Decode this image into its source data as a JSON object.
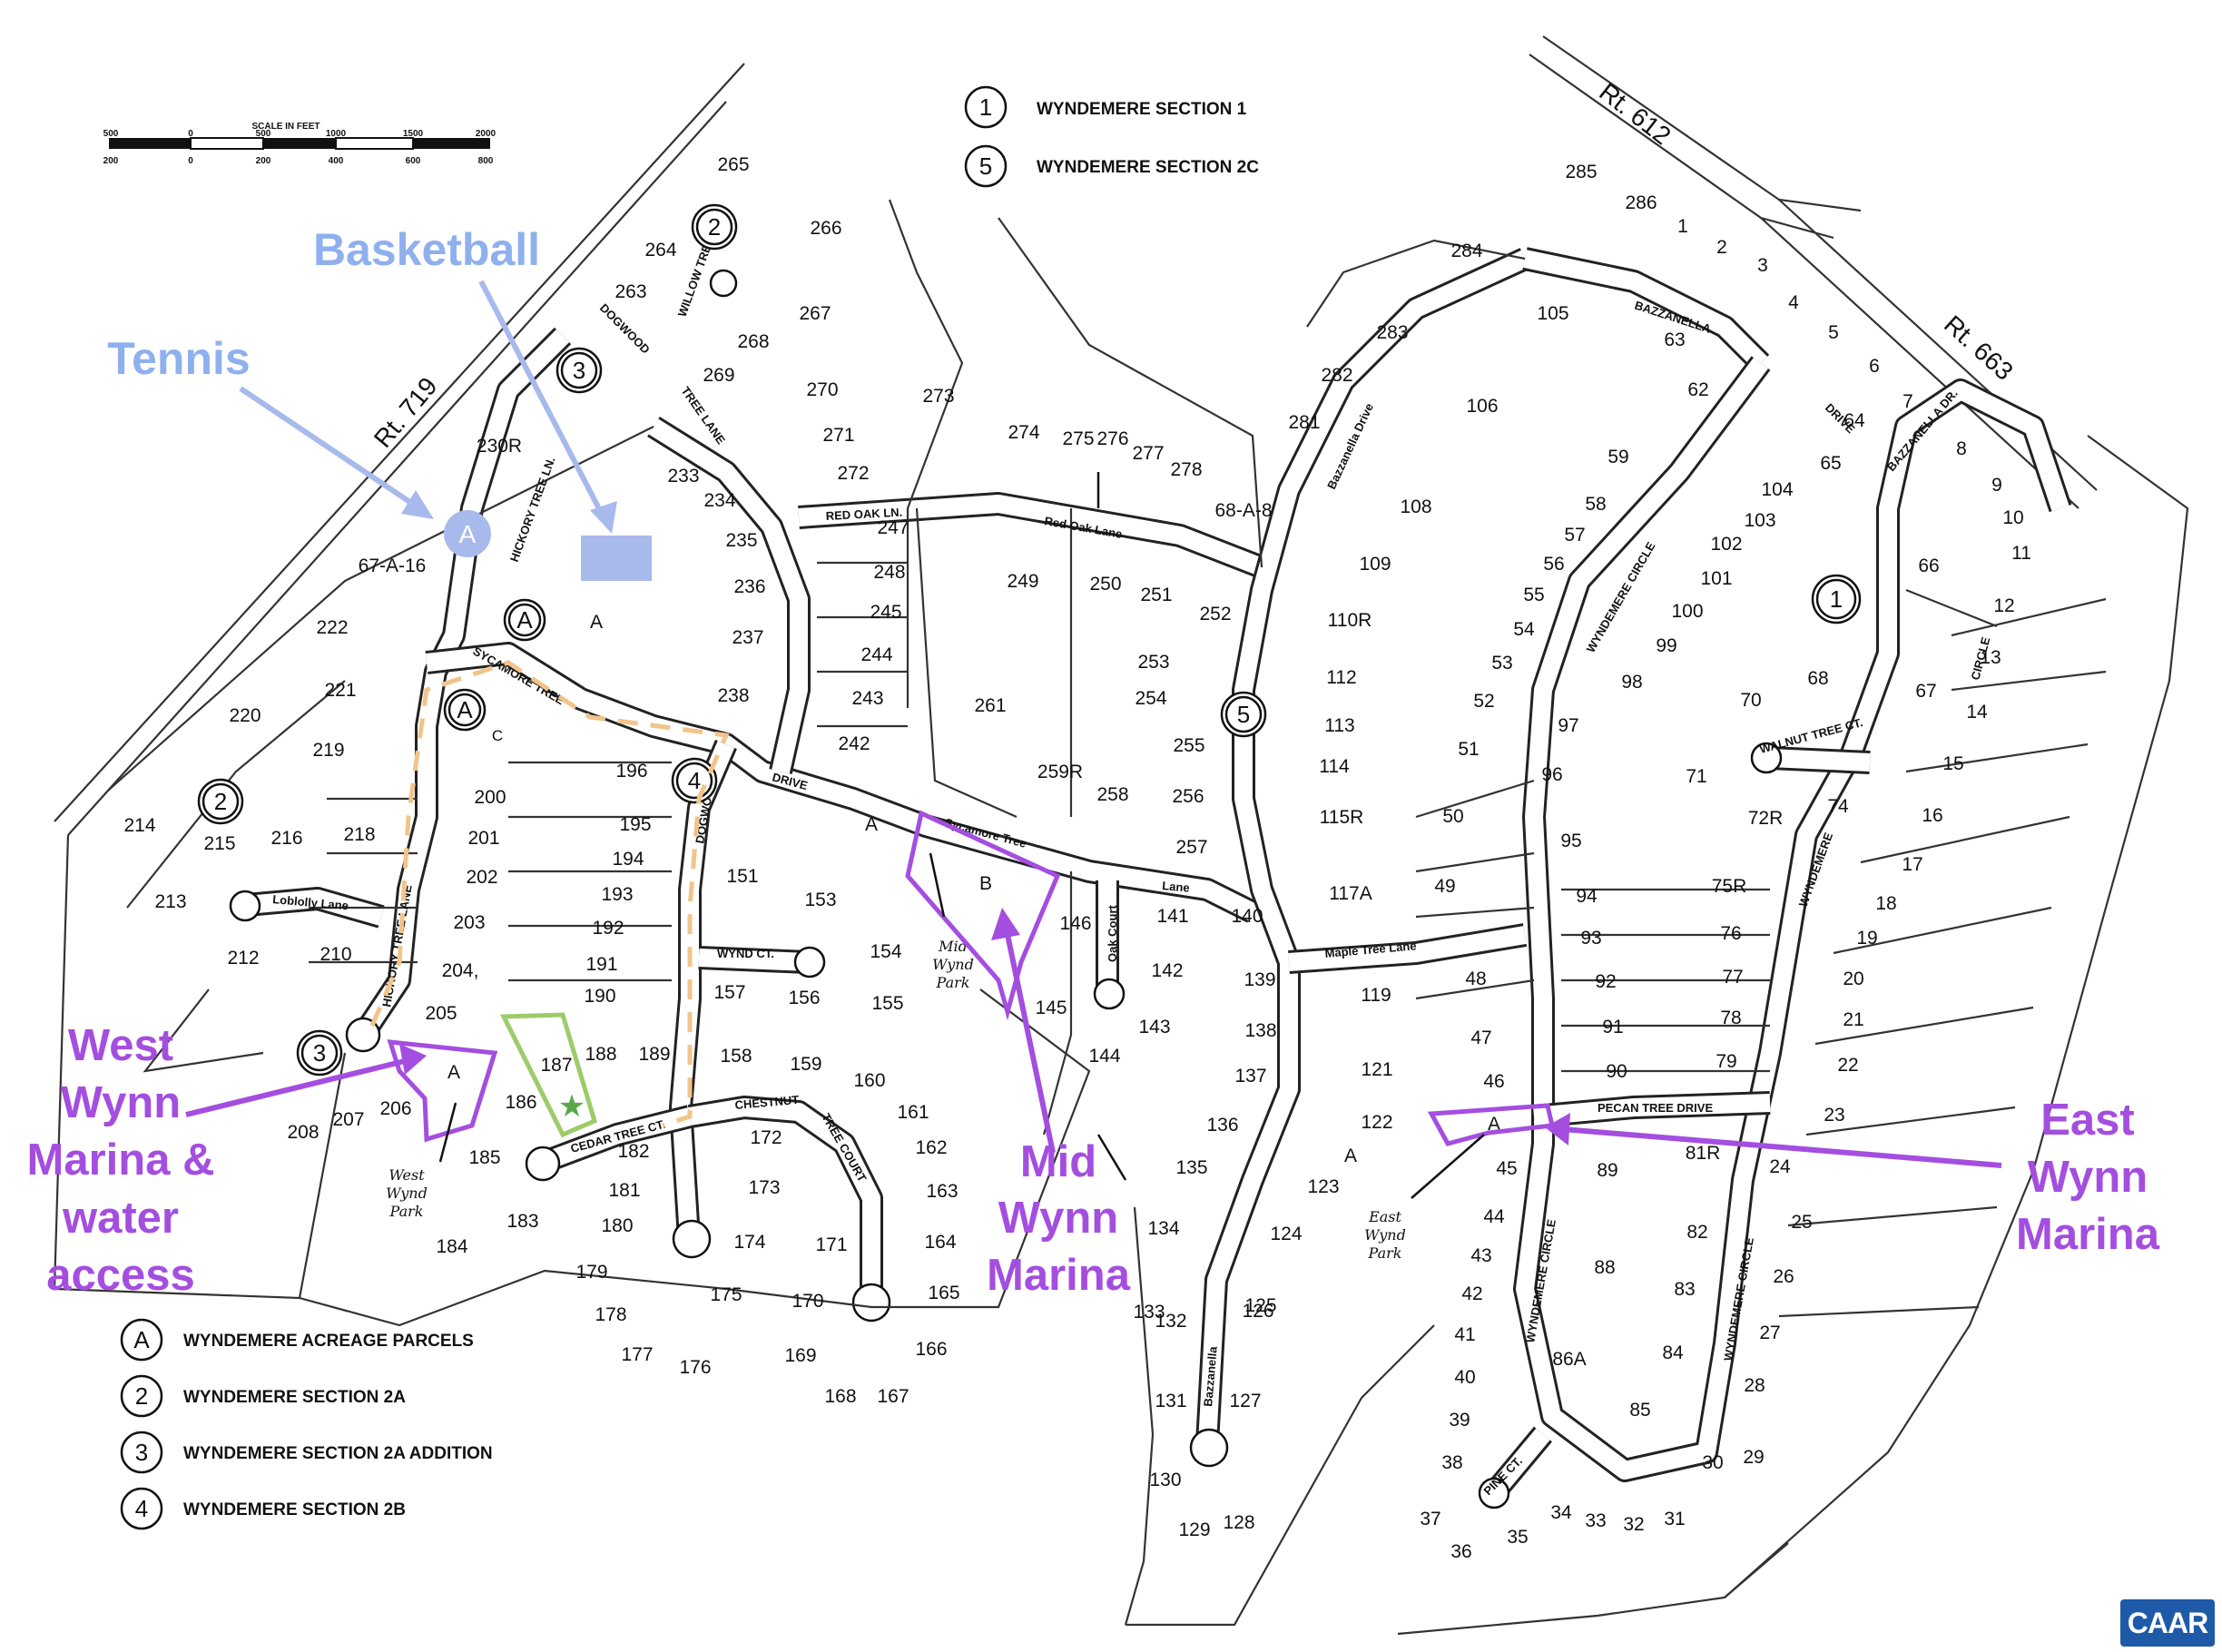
{
  "legend_top": [
    {
      "symbol": "1",
      "label": "WYNDEMERE SECTION 1"
    },
    {
      "symbol": "5",
      "label": "WYNDEMERE SECTION 2C"
    }
  ],
  "legend_bottom": [
    {
      "symbol": "A",
      "label": "WYNDEMERE ACREAGE PARCELS"
    },
    {
      "symbol": "2",
      "label": "WYNDEMERE SECTION 2A"
    },
    {
      "symbol": "3",
      "label": "WYNDEMERE SECTION 2A ADDITION"
    },
    {
      "symbol": "4",
      "label": "WYNDEMERE SECTION 2B"
    }
  ],
  "scale": {
    "title": "SCALE IN FEET",
    "top_ticks": [
      "500",
      "0",
      "500",
      "1000",
      "1500",
      "2000"
    ],
    "bottom_ticks": [
      "200",
      "0",
      "200",
      "400",
      "600",
      "800"
    ]
  },
  "routes": {
    "rt719": "Rt. 719",
    "rt612": "Rt. 612",
    "rt663": "Rt. 663"
  },
  "streets": {
    "hickory": "HICKORY TREE LANE",
    "hickory2": "HICKORY TREE LN.",
    "sycamore_tree": "SYCAMORE TREE",
    "sycamore_drive": "DRIVE",
    "sycamore_tree2": "Sycamore Tree",
    "sycamore_lane": "Lane",
    "dogwood": "DOGWOOD",
    "dogwood2": "DOGWOOD",
    "willow": "WILLOW TREE CT.",
    "tree_lane": "TREE LANE",
    "red_oak": "RED OAK LN.",
    "red_oak2": "Red Oak Lane",
    "loblolly": "Loblolly Lane",
    "wynd": "WYND CT.",
    "chestnut": "CHESTNUT",
    "tree_court": "TREE COURT",
    "cedar": "CEDAR TREE CT.",
    "oak_court": "Oak Court",
    "bazzanella": "Bazzanella Drive",
    "bazzanella2": "Bazzanella",
    "bazzanella_top": "BAZZANELLA",
    "bazzanella_drive": "DRIVE",
    "bazzanella_dr": "BAZZANELLA DR.",
    "maple": "Maple Tree Lane",
    "pecan": "PECAN TREE DRIVE",
    "walnut": "WALNUT TREE CT.",
    "pine": "PINE CT.",
    "wyndemere_circle1": "WYNDEMERE CIRCLE",
    "wyndemere_circle2": "WYNDEMERE CIRCLE",
    "wyndemere_circle3": "WYNDEMERE CIRCLE",
    "wyndemere_circle4": "WYNDEMERE",
    "circle": "CIRCLE"
  },
  "parks": {
    "west": "West Wynd Park",
    "mid": "Mid Wynd Park",
    "east": "East Wynd Park"
  },
  "annotations": {
    "basketball": "Basketball",
    "tennis": "Tennis",
    "west_marina": [
      "West",
      "Wynn",
      "Marina &",
      "water",
      "access"
    ],
    "mid_marina": [
      "Mid",
      "Wynn",
      "Marina"
    ],
    "east_marina": [
      "East",
      "Wynn",
      "Marina"
    ]
  },
  "logo": "CAAR",
  "colors": {
    "purple": "#a44ee0",
    "blue": "#8fb0ee",
    "orange_dash": "#f2c48a",
    "green": "#9ccc6a",
    "star": "#5aa84a"
  },
  "lots": [
    "265",
    "266",
    "264",
    "263",
    "267",
    "268",
    "269",
    "270",
    "271",
    "272",
    "273",
    "230R",
    "233",
    "234",
    "235",
    "236",
    "237",
    "238",
    "67-A-16",
    "222",
    "221",
    "220",
    "219",
    "214",
    "215",
    "216",
    "218",
    "213",
    "212",
    "210",
    "200",
    "201",
    "202",
    "203",
    "204,",
    "205",
    "206",
    "207",
    "208",
    "185",
    "184",
    "183",
    "186",
    "187",
    "188",
    "189",
    "190",
    "191",
    "192",
    "193",
    "194",
    "195",
    "196",
    "151",
    "153",
    "154",
    "155",
    "156",
    "157",
    "158",
    "159",
    "160",
    "161",
    "162",
    "163",
    "164",
    "165",
    "166",
    "167",
    "168",
    "169",
    "170",
    "171",
    "172",
    "173",
    "174",
    "175",
    "176",
    "177",
    "178",
    "179",
    "180",
    "181",
    "182",
    "247",
    "248",
    "245",
    "244",
    "243",
    "242",
    "249",
    "250",
    "251",
    "252",
    "253",
    "254",
    "255",
    "256",
    "257",
    "258",
    "259R",
    "261",
    "274",
    "275",
    "276",
    "277",
    "278",
    "68-A-8",
    "281",
    "282",
    "283",
    "284",
    "285",
    "286",
    "140",
    "141",
    "142",
    "143",
    "144",
    "145",
    "146",
    "139",
    "138",
    "137",
    "136",
    "135",
    "134",
    "133",
    "132",
    "131",
    "130",
    "129",
    "128",
    "127",
    "126",
    "125",
    "124",
    "123",
    "122",
    "121",
    "119",
    "117A",
    "115R",
    "114",
    "113",
    "112",
    "110R",
    "109",
    "108",
    "106",
    "105",
    "48",
    "47",
    "46",
    "45",
    "44",
    "43",
    "42",
    "41",
    "40",
    "39",
    "38",
    "37",
    "36",
    "35",
    "34",
    "33",
    "32",
    "31",
    "30",
    "29",
    "49",
    "50",
    "51",
    "52",
    "53",
    "54",
    "55",
    "56",
    "57",
    "58",
    "59",
    "62",
    "63",
    "95",
    "94",
    "93",
    "92",
    "91",
    "90",
    "89",
    "88",
    "86A",
    "85",
    "84",
    "83",
    "82",
    "81R",
    "79",
    "78",
    "77",
    "76",
    "75R",
    "96",
    "97",
    "98",
    "99",
    "100",
    "101",
    "102",
    "103",
    "104",
    "64",
    "65",
    "66",
    "67",
    "68",
    "70",
    "71",
    "72R",
    "74",
    "1",
    "2",
    "3",
    "4",
    "5",
    "6",
    "7",
    "8",
    "9",
    "10",
    "11",
    "12",
    "13",
    "14",
    "15",
    "16",
    "17",
    "18",
    "19",
    "20",
    "21",
    "22",
    "23",
    "24",
    "25",
    "26",
    "27",
    "28"
  ]
}
